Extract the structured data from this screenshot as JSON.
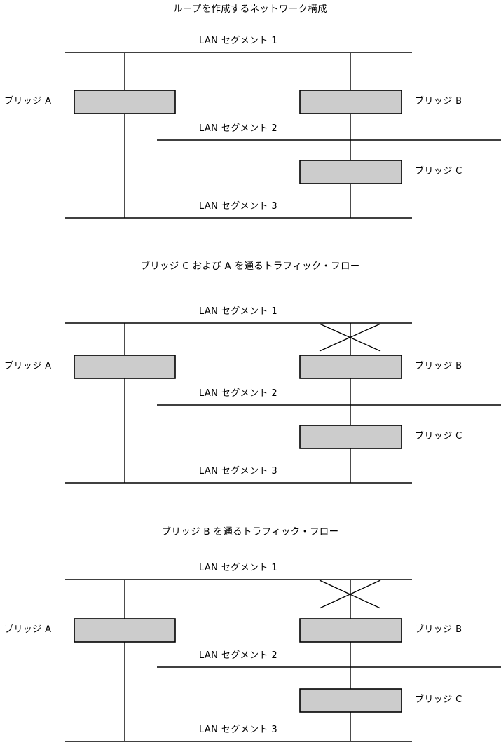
{
  "figure": {
    "background_color": "#ffffff",
    "line_color": "#000000",
    "bridge_fill_color": "#cccccc",
    "bridge_stroke_color": "#000000"
  },
  "panels": [
    {
      "id": "panel-loop-topology",
      "title": "ループを作成するネットワーク構成",
      "segments": [
        {
          "name": "segment-1",
          "label": "LAN セグメント 1"
        },
        {
          "name": "segment-2",
          "label": "LAN セグメント 2"
        },
        {
          "name": "segment-3",
          "label": "LAN セグメント 3"
        }
      ],
      "bridges": [
        {
          "name": "bridge-a",
          "label": "ブリッジ A",
          "label_side": "left"
        },
        {
          "name": "bridge-b",
          "label": "ブリッジ B",
          "label_side": "right"
        },
        {
          "name": "bridge-c",
          "label": "ブリッジ C",
          "label_side": "right"
        }
      ],
      "blocked_marks": []
    },
    {
      "id": "panel-traffic-via-c-and-a",
      "title": "ブリッジ C および A を通るトラフィック・フロー",
      "segments": [
        {
          "name": "segment-1",
          "label": "LAN セグメント 1"
        },
        {
          "name": "segment-2",
          "label": "LAN セグメント 2"
        },
        {
          "name": "segment-3",
          "label": "LAN セグメント 3"
        }
      ],
      "bridges": [
        {
          "name": "bridge-a",
          "label": "ブリッジ A",
          "label_side": "left"
        },
        {
          "name": "bridge-b",
          "label": "ブリッジ B",
          "label_side": "right"
        },
        {
          "name": "bridge-c",
          "label": "ブリッジ C",
          "label_side": "right"
        }
      ],
      "blocked_marks": [
        {
          "name": "blocked-link-bridge-b-segment-1",
          "on": "bridge-b-uplink"
        }
      ]
    },
    {
      "id": "panel-traffic-via-b",
      "title": "ブリッジ B を通るトラフィック・フロー",
      "segments": [
        {
          "name": "segment-1",
          "label": "LAN セグメント 1"
        },
        {
          "name": "segment-2",
          "label": "LAN セグメント 2"
        },
        {
          "name": "segment-3",
          "label": "LAN セグメント 3"
        }
      ],
      "bridges": [
        {
          "name": "bridge-a",
          "label": "ブリッジ A",
          "label_side": "left"
        },
        {
          "name": "bridge-b",
          "label": "ブリッジ B",
          "label_side": "right"
        },
        {
          "name": "bridge-c",
          "label": "ブリッジ C",
          "label_side": "right"
        }
      ],
      "blocked_marks": [
        {
          "name": "blocked-link-bridge-b-segment-1",
          "on": "bridge-b-uplink"
        }
      ]
    }
  ]
}
